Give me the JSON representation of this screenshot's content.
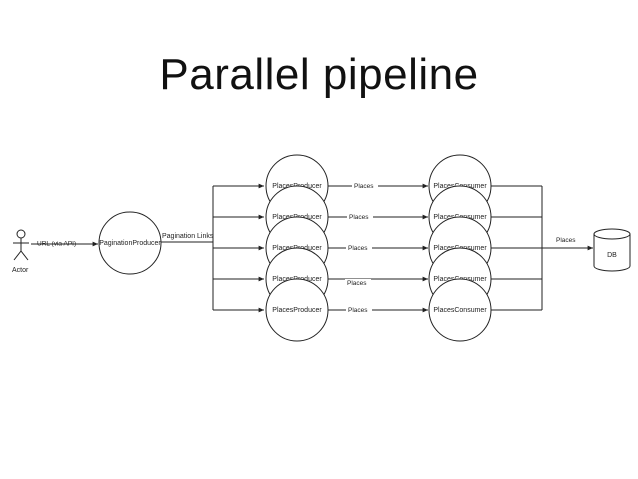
{
  "title": "Parallel pipeline",
  "actor": {
    "label": "Actor"
  },
  "edges": {
    "actor_to_producer": "URL (via API)",
    "producer_to_fanout": "Pagination Links",
    "to_db": "Places",
    "places": [
      "Places",
      "Places",
      "Places",
      "Places",
      "Places"
    ]
  },
  "pagination_producer": {
    "label": "PaginationProducer"
  },
  "producers": [
    "PlacesProducer",
    "PlacesProducer",
    "PlacesProducer",
    "PlacesProducer",
    "PlacesProducer"
  ],
  "consumers": [
    "PlacesConsumer",
    "PlacesConsumer",
    "PlacesConsumer",
    "PlacesConsumer",
    "PlacesConsumer"
  ],
  "db": {
    "label": "DB"
  }
}
